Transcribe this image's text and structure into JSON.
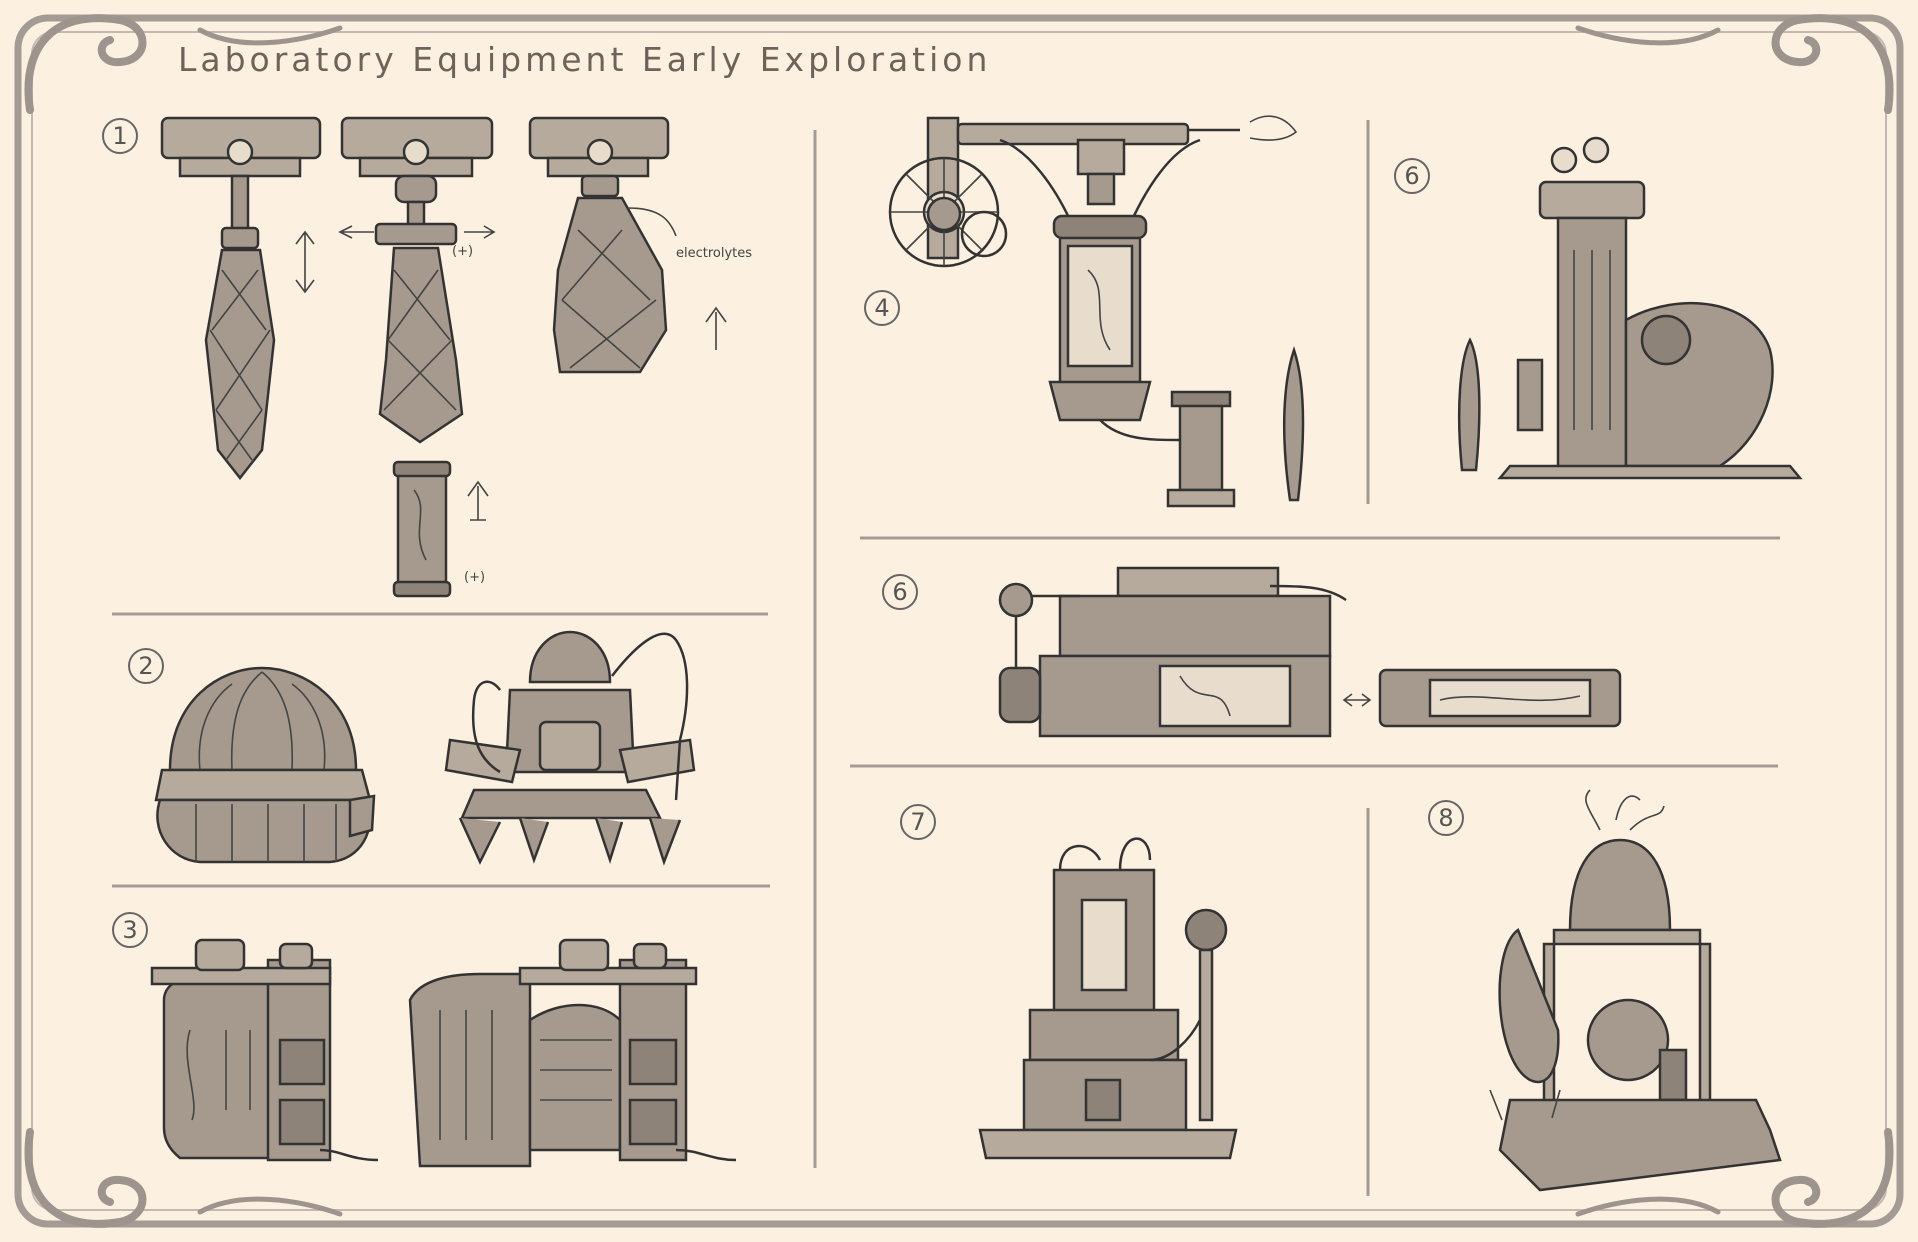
{
  "title": "Laboratory Equipment Early Exploration",
  "sections": [
    {
      "id": 1,
      "label": "1"
    },
    {
      "id": 2,
      "label": "2"
    },
    {
      "id": 3,
      "label": "3"
    },
    {
      "id": 4,
      "label": "4"
    },
    {
      "id": 5,
      "label": "6"
    },
    {
      "id": 6,
      "label": "6"
    },
    {
      "id": 7,
      "label": "7"
    },
    {
      "id": 8,
      "label": "8"
    }
  ],
  "annotations": {
    "electrolytes": "electrolytes",
    "plus_1": "(+)",
    "plus_2": "(+)"
  },
  "colors": {
    "background": "#fcf0e0",
    "frame": "#a49b94",
    "ink": "#333333",
    "fill": "#a69a8e"
  }
}
